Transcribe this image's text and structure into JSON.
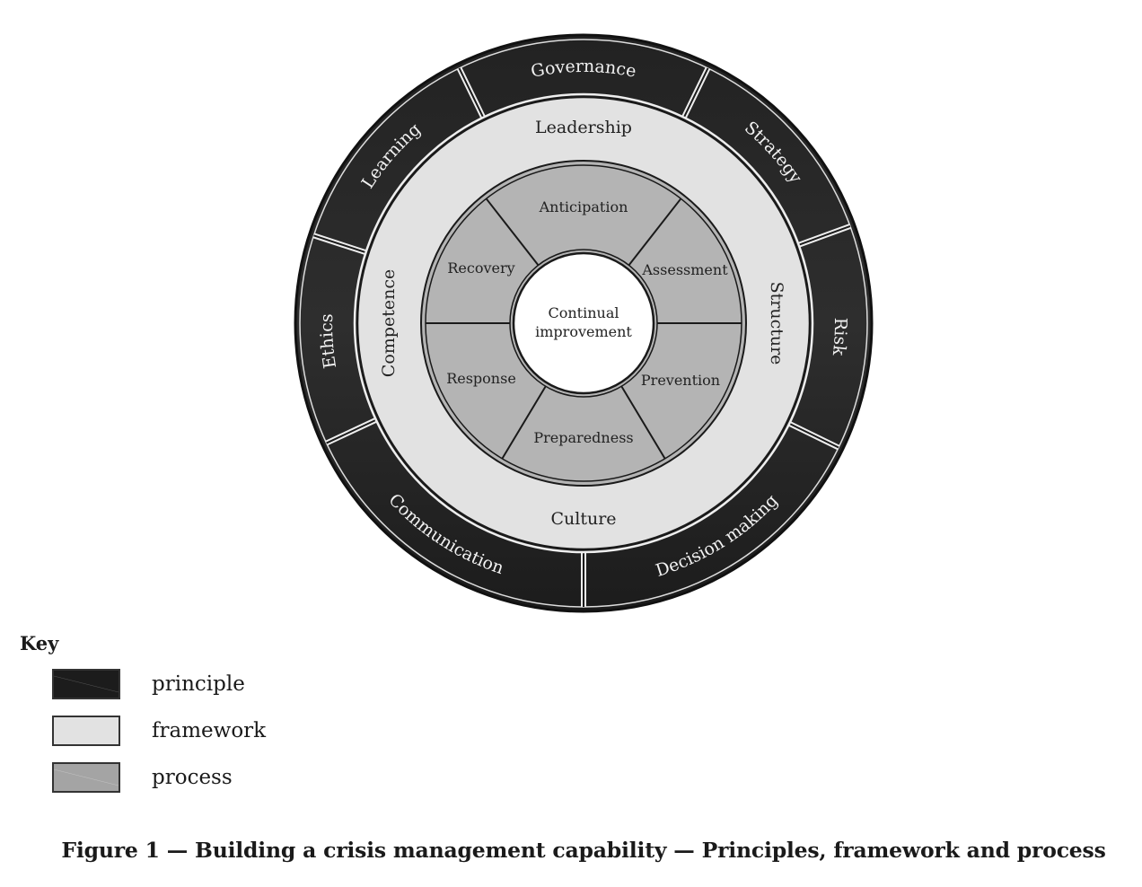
{
  "principles": [
    {
      "label": "Governance"
    },
    {
      "label": "Strategy"
    },
    {
      "label": "Risk"
    },
    {
      "label": "Decision making"
    },
    {
      "label": "Communication"
    },
    {
      "label": "Ethics"
    },
    {
      "label": "Learning"
    }
  ],
  "framework": {
    "top": "Leadership",
    "right": "Structure",
    "bottom": "Culture",
    "left": "Competence"
  },
  "process": [
    {
      "label": "Anticipation"
    },
    {
      "label": "Assessment"
    },
    {
      "label": "Prevention"
    },
    {
      "label": "Preparedness"
    },
    {
      "label": "Response"
    },
    {
      "label": "Recovery"
    }
  ],
  "center": {
    "line1": "Continual",
    "line2": "improvement"
  },
  "key": {
    "title": "Key",
    "items": [
      {
        "label": "principle"
      },
      {
        "label": "framework"
      },
      {
        "label": "process"
      }
    ]
  },
  "colors": {
    "principle": "#1c1c1c",
    "framework": "#e2e2e2",
    "process": "#b0b0b0"
  },
  "caption": "Figure 1 — Building a crisis management capability — Principles, framework and process"
}
